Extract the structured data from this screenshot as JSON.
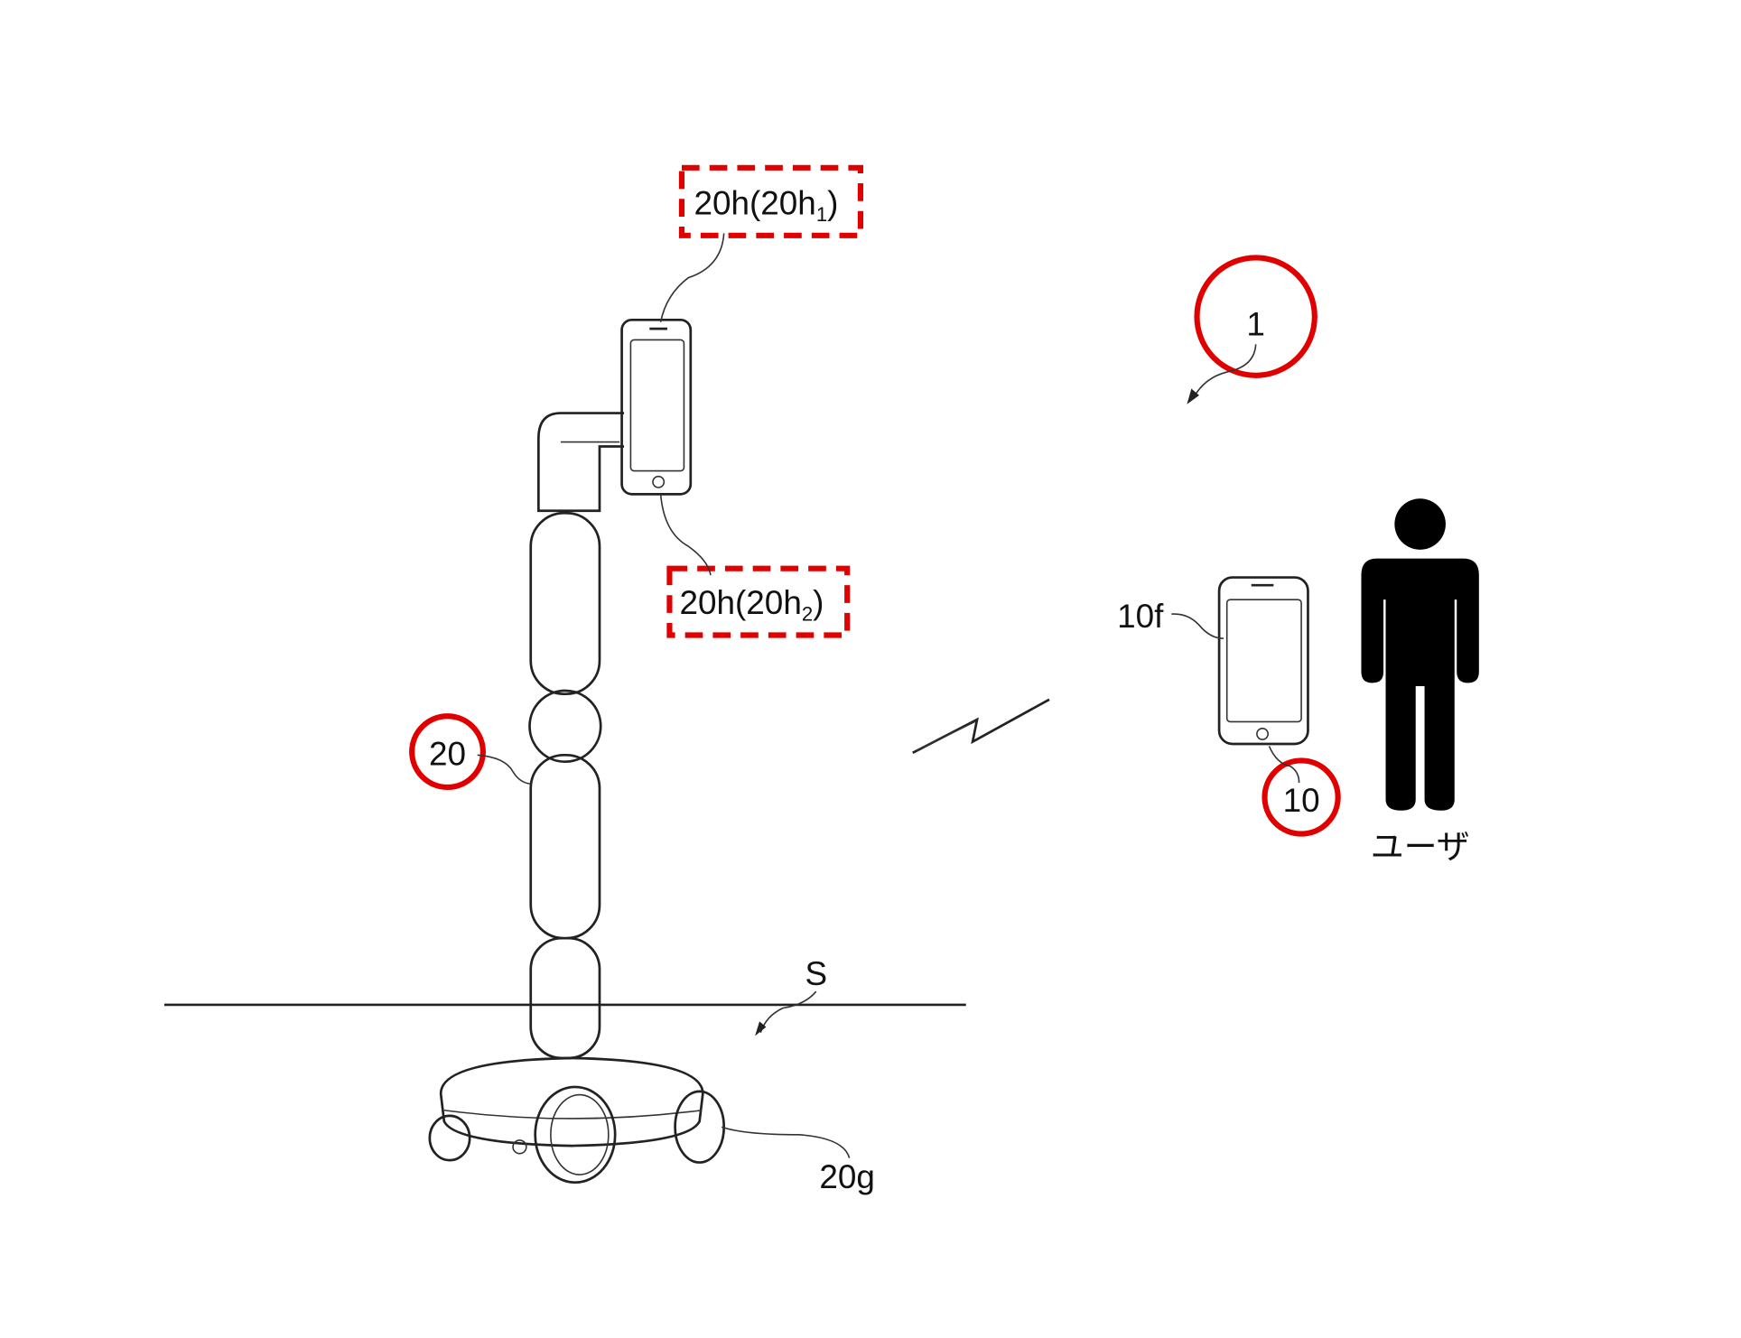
{
  "labels": {
    "head_top": {
      "main": "20h(20h",
      "sub": "1",
      "close": ")"
    },
    "head_bottom": {
      "main": "20h(20h",
      "sub": "2",
      "close": ")"
    },
    "robot": "20",
    "system": "1",
    "floor": "S",
    "base": "20g",
    "user_terminal": "10",
    "user_terminal_face": "10f",
    "user": "ユーザ"
  },
  "colors": {
    "highlight": "#e00000",
    "line": "#222222"
  }
}
